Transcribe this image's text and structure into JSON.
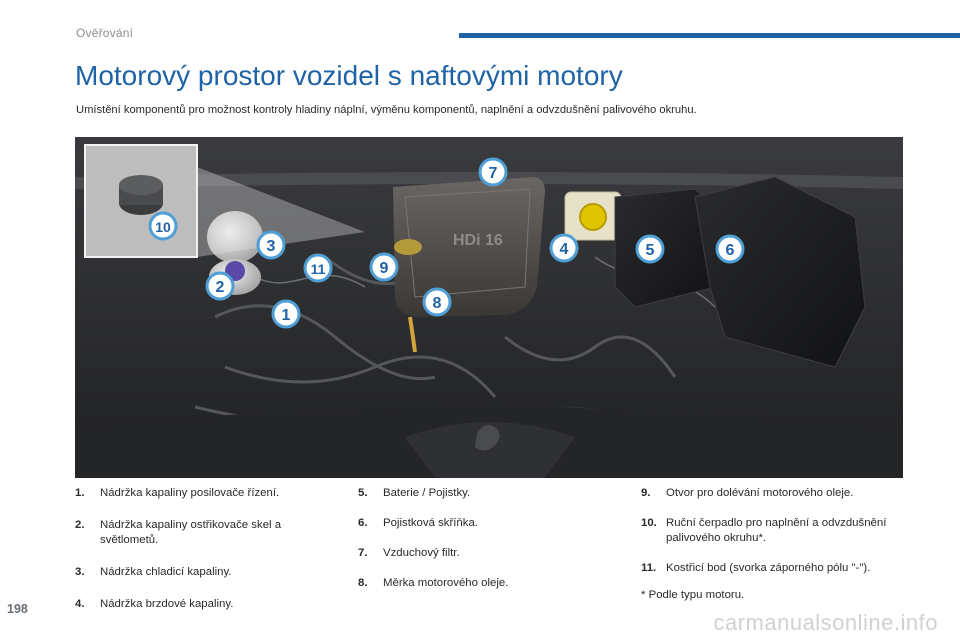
{
  "header": {
    "section": "Ověřování",
    "title": "Motorový prostor vozidel s naftovými motory",
    "subtitle": "Umístění komponentů pro možnost kontroly hladiny náplní, výměnu komponentů, naplnění a odvzdušnění palivového okruhu."
  },
  "figure": {
    "engine_badge": "HDi 16",
    "callouts": [
      "1",
      "2",
      "3",
      "4",
      "5",
      "6",
      "7",
      "8",
      "9",
      "10",
      "11"
    ],
    "colors": {
      "callout_fill": "#ffffff",
      "callout_ring": "#4f9fd6",
      "callout_text": "#1f63a6"
    }
  },
  "legend": {
    "col1": [
      {
        "num": "1.",
        "text": "Nádržka kapaliny posilovače řízení."
      },
      {
        "num": "2.",
        "text": "Nádržka kapaliny ostřikovače skel a světlometů."
      },
      {
        "num": "3.",
        "text": "Nádržka chladicí kapaliny."
      },
      {
        "num": "4.",
        "text": "Nádržka brzdové kapaliny."
      }
    ],
    "col2": [
      {
        "num": "5.",
        "text": "Baterie / Pojistky."
      },
      {
        "num": "6.",
        "text": "Pojistková skříňka."
      },
      {
        "num": "7.",
        "text": "Vzduchový filtr."
      },
      {
        "num": "8.",
        "text": "Měrka motorového oleje."
      }
    ],
    "col3": [
      {
        "num": "9.",
        "text": "Otvor pro dolévání motorového oleje."
      },
      {
        "num": "10.",
        "text": "Ruční čerpadlo pro naplnění a odvzdušnění palivového okruhu*."
      },
      {
        "num": "11.",
        "text": "Kostřicí bod (svorka záporného pólu \"-\")."
      }
    ]
  },
  "footnote": "* Podle typu motoru.",
  "page_number": "198",
  "watermark": "carmanualsonline.info",
  "colors": {
    "accent": "#1f63a6"
  }
}
